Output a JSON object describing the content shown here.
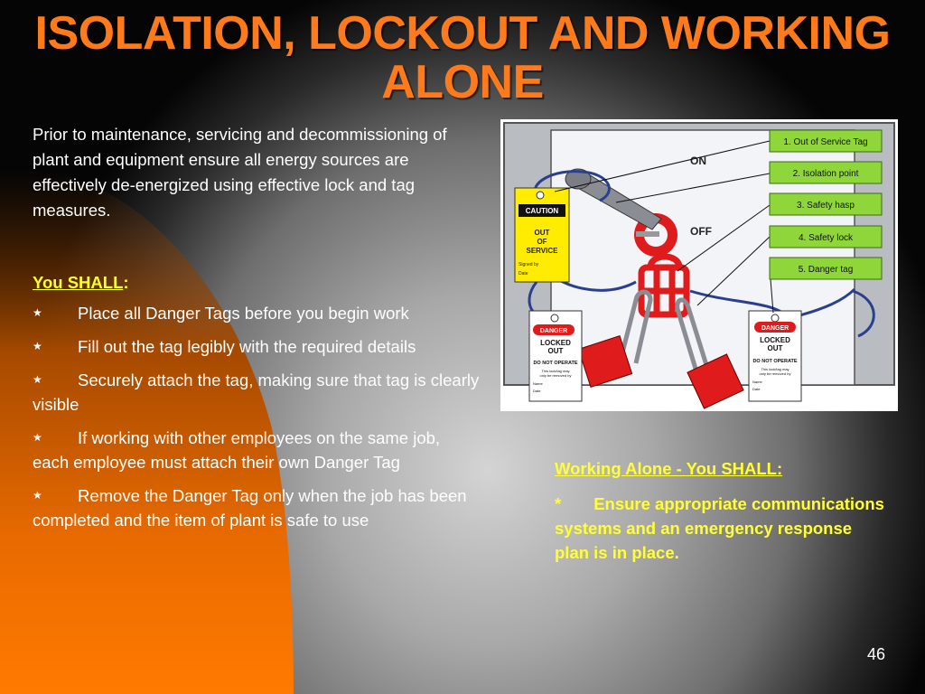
{
  "slide": {
    "title_line1": "ISOLATION, LOCKOUT AND WORKING",
    "title_line2": "ALONE",
    "intro": "Prior to maintenance, servicing and decommissioning of plant and equipment ensure all energy sources are effectively de-energized using effective lock and tag measures.",
    "shall_heading": "You SHALL",
    "shall_colon": ":",
    "bullet_symbol": "★",
    "bullets": [
      "Place all Danger Tags before you begin work",
      "Fill out the tag legibly with the required details",
      "Securely attach the tag, making sure that tag is clearly visible",
      "If working with other employees on the same job, each employee must attach their own Danger Tag",
      "Remove the Danger Tag only when the job has been completed and the item of plant is safe to use"
    ],
    "working_alone": {
      "heading": "Working Alone - You SHALL:",
      "symbol": "*",
      "text": "Ensure appropriate communications systems and an emergency response plan is in place."
    },
    "page_number": "46"
  },
  "illustration": {
    "switch_on": "ON",
    "switch_off": "OFF",
    "labels": [
      "1. Out of Service Tag",
      "2. Isolation point",
      "3. Safety hasp",
      "4. Safety lock",
      "5. Danger tag"
    ],
    "caution_tag": {
      "header": "CAUTION",
      "line1": "OUT",
      "line2": "OF",
      "line3": "SERVICE",
      "signed": "Signed by",
      "date": "Date"
    },
    "danger_tag": {
      "header": "DANGER",
      "line1": "LOCKED",
      "line2": "OUT",
      "line3": "DO NOT OPERATE",
      "small1": "This lock/tag may",
      "small2": "only be removed by",
      "name": "Name",
      "date": "Date"
    }
  },
  "colors": {
    "title": "#ff7a1a",
    "highlight": "#ffff33",
    "label_box": "#8ed63a",
    "lock_red": "#e01b1b",
    "caution_yellow": "#ffec00",
    "cable_blue": "#2a3f8f"
  }
}
